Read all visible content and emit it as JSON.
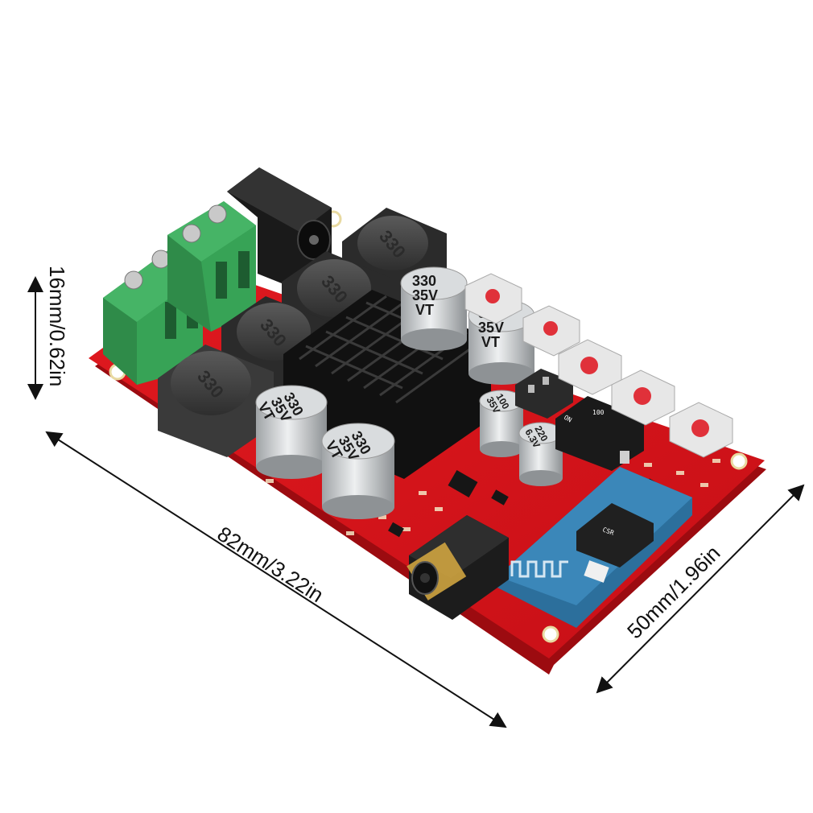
{
  "dimensions": {
    "height_label": "16mm/0.62in",
    "length_label": "82mm/3.22in",
    "width_label": "50mm/1.96in"
  },
  "components": {
    "inductor_marking": "330",
    "capacitor_large": {
      "line1": "330",
      "line2": "35V",
      "line3": "VT"
    },
    "capacitor_small_1": {
      "line1": "100",
      "line2": "35V"
    },
    "capacitor_small_2": {
      "line1": "220",
      "line2": "6.3V"
    },
    "regulator_marking": "100",
    "dip_switch_label": "ON",
    "bluetooth_chip_marking": "CSR"
  },
  "colors": {
    "pcb": "#d8141c",
    "terminal": "#3aa55a",
    "heatsink": "#1b1b1b",
    "inductor": "#3a3a3a"
  }
}
